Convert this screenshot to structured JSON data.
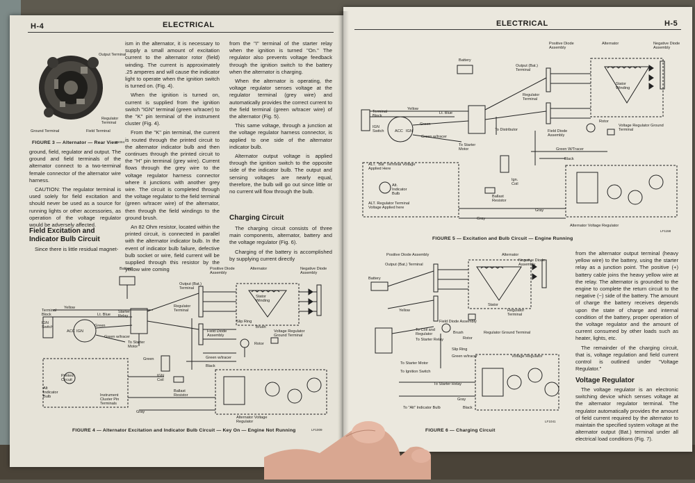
{
  "left_page": {
    "page_number": "H-4",
    "header": "ELECTRICAL",
    "figure3": {
      "caption": "FIGURE 3 — Alternator — Rear View",
      "code": "F1004",
      "labels": {
        "output": "Output Terminal",
        "regulator": "Regulator Terminal",
        "field": "Field Terminal",
        "ground": "Ground Terminal"
      }
    },
    "col1_text": [
      "ground, field, regulator and output. The ground and field terminals of the alternator connect to a two-terminal female connector of the alternator wire harness.",
      "CAUTION: The regulator terminal is used solely for field excitation and should never be used as a source for running lights or other accessories, as operation of the voltage regulator would be adversely affected."
    ],
    "section_field": "Field Excitation and Indicator Bulb Circuit",
    "col1_after": "Since there is little residual magnet-",
    "col2_text": [
      "ism in the alternator, it is necessary to supply a small amount of excitation current to the alternator rotor (field) winding. The current is approximately .25 amperes and will cause the indicator light to operate when the ignition switch is turned on. (Fig. 4).",
      "When the ignition is turned on, current is supplied from the ignition switch \"IGN\" terminal (green w/tracer) to the \"K\" pin terminal of the instrument cluster (Fig. 4).",
      "From the \"K\" pin terminal, the current is routed through the printed circuit to the alternator indicator bulb and then continues through the printed circuit to the \"H\" pin terminal (grey wire). Current flows through the grey wire to the voltage regulator harness connector where it junctions with another grey wire. The circuit is completed through the voltage regulator to the field terminal (green w/tracer wire) of the alternator, then through the field windings to the ground brush.",
      "An 82 Ohm resistor, located within the printed circuit, is connected in parallel with the alternator indicator bulb. In the event of indicator bulb failure, defective bulb socket or wire, field current will be supplied through this resistor by the yellow wire coming"
    ],
    "col3_text": [
      "from the \"I\" terminal of the starter relay when the ignition is turned \"On.\" The regulator also prevents voltage feedback through the ignition switch to the battery when the alternator is charging.",
      "When the alternator is operating, the voltage regulator senses voltage at the regulator terminal (grey wire) and automatically provides the correct current to the field terminal (green w/tracer wire) of the alternator (Fig. 5).",
      "This same voltage, through a junction at the voltage regulator harness connector, is applied to one side of the alternator indicator bulb.",
      "Alternator output voltage is applied through the ignition switch to the opposite side of the indicator bulb. The output and sensing voltages are nearly equal, therefore, the bulb will go out since little or no current will flow through the bulb."
    ],
    "section_charging": "Charging Circuit",
    "col3_after": [
      "The charging circuit consists of three main components, alternator, battery and the voltage regulator (Fig. 6).",
      "Charging of the battery is accomplished by supplying current directly"
    ],
    "figure4": {
      "caption": "FIGURE 4 — Alternator Excitation and Indicator Bulb Circuit — Key On — Engine Not Running",
      "code": "LF1009",
      "labels": {
        "battery": "Battery",
        "positive_diode": "Positive Diode Assembly",
        "alternator": "Alternator",
        "negative_diode": "Negative Diode Assembly",
        "output_terminal": "Output (Bat.) Terminal",
        "stator": "Stator Winding",
        "terminal_block": "Terminal Block",
        "yellow": "Yellow",
        "lt_blue": "Lt. Blue",
        "ign_switch": "IGN Switch",
        "starter_relay": "Starter Relay",
        "regulator_terminal": "Regulator Terminal",
        "green": "Green",
        "green_tracer": "Green w/tracer",
        "acc": "ACC",
        "ign": "IGN",
        "to_starter": "To Starter Motor",
        "field_diode": "Field Diode Assembly",
        "slip_ring": "Slip Ring",
        "brush": "Brush",
        "vr_ground": "Voltage Regulator Ground Terminal",
        "rotor": "Rotor",
        "green_tracer2": "Green w/tracer",
        "black": "Black",
        "printed_circuit": "Printed Circuit",
        "alt_bulb": "Alt Indicator Bulb",
        "cluster": "Instrument Cluster Pin Terminals",
        "ign_coil": "IGN Coil",
        "ballast": "Ballast Resistor",
        "gray": "Gray",
        "vr": "Alternator Voltage Regulator",
        "green_v": "Green"
      }
    }
  },
  "right_page": {
    "page_number": "H-5",
    "header": "ELECTRICAL",
    "figure5": {
      "caption": "FIGURE 5 — Excitation and Bulb Circuit — Engine Running",
      "code": "LF1158",
      "labels": {
        "battery": "Battery",
        "positive_diode": "Positive Diode Assembly",
        "alternator": "Alternator",
        "negative_diode": "Negative Diode Assembly",
        "output_terminal": "Output (Bat.) Terminal",
        "stator": "Stator Winding",
        "regulator_terminal": "Regulator Terminal",
        "terminal_block": "Terminal Block",
        "yellow": "Yellow",
        "lt_blue": "Lt. Blue",
        "ign_switch": "IGN Switch",
        "green": "Green",
        "green_tracer": "Green w/tracer",
        "acc": "ACC",
        "ign": "IGN",
        "to_starter": "To Starter Motor",
        "to_distributor": "To Distributor",
        "field_diode": "Field Diode Assembly",
        "rotor": "Rotor",
        "vr_ground": "Voltage Regulator Ground Terminal",
        "green_w_tracer": "Green W/Tracer",
        "black": "Black",
        "alt_bat": "ALT. \"Bat\" Terminal Voltage Applied Here",
        "alt_bulb": "Alt. Indicator Bulb",
        "alt_reg": "ALT. Regulator Terminal Voltage Applied here",
        "ign_coil": "Ign. Coil",
        "ballast": "Ballast Resistor",
        "gray": "Gray",
        "gray2": "Gray",
        "vr": "Alternator Voltage Regulator"
      }
    },
    "col_text": [
      "from the alternator output terminal (heavy yellow wire) to the battery, using the starter relay as a junction point. The positive (+) battery cable joins the heavy yellow wire at the relay. The alternator is grounded to the engine to complete the return circuit to the negative (−) side of the battery. The amount of charge the battery receives depends upon the state of charge and internal condition of the battery, proper operation of the voltage regulator and the amount of current consumed by other loads such as heater, lights, etc.",
      "The remainder of the charging circuit, that is, voltage regulation and field current control is outlined under \"Voltage Regulator.\""
    ],
    "section_vr": "Voltage Regulator",
    "col_vr": "The voltage regulator is an electronic switching device which senses voltage at the alternator regulator terminal. The regulator automatically provides the amount of field current required by the alternator to maintain the specified system voltage at the alternator output (Bat.) terminal under all electrical load conditions (Fig. 7).",
    "figure6": {
      "caption": "FIGURE 6 — Charging Circuit",
      "code": "LF1041",
      "labels": {
        "positive_diode": "Positive Diode Assembly",
        "output_terminal": "Output (Bat.) Terminal",
        "alternator": "Alternator",
        "negative_diode": "Negative Diode Assembly",
        "battery": "Battery",
        "stator": "Stator",
        "regulator_terminal": "Regulator Terminal",
        "field_diode": "Field Diode Assembly",
        "yellow": "Yellow",
        "brush": "Brush",
        "vr_ground": "Regulator Ground Terminal",
        "to_coil": "To Coil and Regulator",
        "to_starter_relay": "To Starter Relay",
        "rotor": "Rotor",
        "slip_ring": "Slip Ring",
        "green_tracer": "Green w/tracer",
        "to_starter_motor": "To Starter Motor",
        "to_ign": "To Ignition Switch",
        "vr": "Voltage Regulator",
        "to_starter_relay2": "To Starter Relay",
        "to_alt_bulb": "To \"Alt\" Indicator Bulb",
        "gray": "Gray",
        "black": "Black"
      }
    }
  }
}
